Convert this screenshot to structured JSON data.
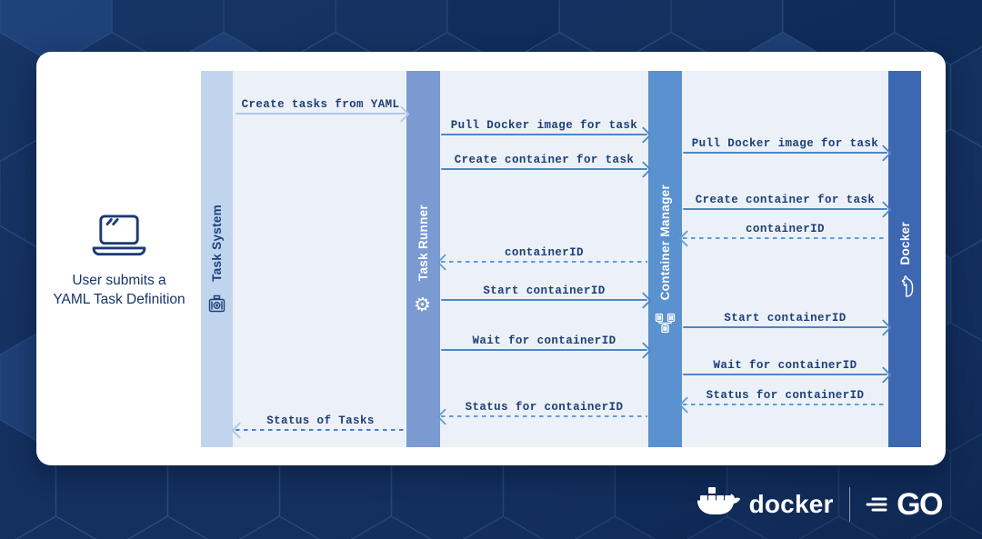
{
  "actor": {
    "icon": "laptop-icon",
    "caption_line1": "User submits a",
    "caption_line2": "YAML Task Definition"
  },
  "lanes": [
    {
      "id": "task-system",
      "label": "Task System",
      "icon": "task-machine-icon",
      "bg": "#c0d4ee",
      "text_color": "#1c3f7c"
    },
    {
      "id": "task-runner",
      "label": "Task Runner",
      "icon": "gear-icon",
      "bg": "#7b9ad1",
      "text_color": "#ffffff"
    },
    {
      "id": "container-manager",
      "label": "Container Manager",
      "icon": "containers-icon",
      "bg": "#5a91cf",
      "text_color": "#ffffff"
    },
    {
      "id": "docker",
      "label": "Docker",
      "icon": "whale-icon",
      "bg": "#3d68b1",
      "text_color": "#ffffff"
    }
  ],
  "messages": {
    "left": [
      {
        "label": "Create tasks from YAML",
        "type": "solid",
        "direction": "right",
        "from": "Task System",
        "to": "Task Runner"
      },
      {
        "label": "Status of Tasks",
        "type": "dashed",
        "direction": "left",
        "from": "Task Runner",
        "to": "Task System"
      }
    ],
    "middle": [
      {
        "label": "Pull Docker image for task",
        "type": "solid",
        "direction": "right",
        "from": "Task Runner",
        "to": "Container Manager"
      },
      {
        "label": "Create container for task",
        "type": "solid",
        "direction": "right",
        "from": "Task Runner",
        "to": "Container Manager"
      },
      {
        "label": "containerID",
        "type": "dashed",
        "direction": "left",
        "from": "Container Manager",
        "to": "Task Runner"
      },
      {
        "label": "Start containerID",
        "type": "solid",
        "direction": "right",
        "from": "Task Runner",
        "to": "Container Manager"
      },
      {
        "label": "Wait for containerID",
        "type": "solid",
        "direction": "right",
        "from": "Task Runner",
        "to": "Container Manager"
      },
      {
        "label": "Status for containerID",
        "type": "dashed",
        "direction": "left",
        "from": "Container Manager",
        "to": "Task Runner"
      }
    ],
    "right": [
      {
        "label": "Pull Docker image for task",
        "type": "solid",
        "direction": "right",
        "from": "Container Manager",
        "to": "Docker"
      },
      {
        "label": "Create container for task",
        "type": "solid",
        "direction": "right",
        "from": "Container Manager",
        "to": "Docker"
      },
      {
        "label": "containerID",
        "type": "dashed",
        "direction": "left",
        "from": "Docker",
        "to": "Container Manager"
      },
      {
        "label": "Start containerID",
        "type": "solid",
        "direction": "right",
        "from": "Container Manager",
        "to": "Docker"
      },
      {
        "label": "Wait for containerID",
        "type": "solid",
        "direction": "right",
        "from": "Container Manager",
        "to": "Docker"
      },
      {
        "label": "Status for containerID",
        "type": "dashed",
        "direction": "left",
        "from": "Docker",
        "to": "Container Manager"
      }
    ]
  },
  "footer": {
    "docker_label": "docker",
    "go_label": "GO"
  },
  "colors": {
    "background_navy": "#14305f",
    "hexagon_dark": "#0f2b58",
    "hexagon_light": "#1d4076",
    "card_bg": "#ffffff",
    "panel_bg": "#ecf1f8",
    "arrow_solid": "#4d87c7",
    "arrow_dashed": "#5f9cd9",
    "arrow_light": "#aec9ea",
    "label_text": "#1d3f77"
  }
}
